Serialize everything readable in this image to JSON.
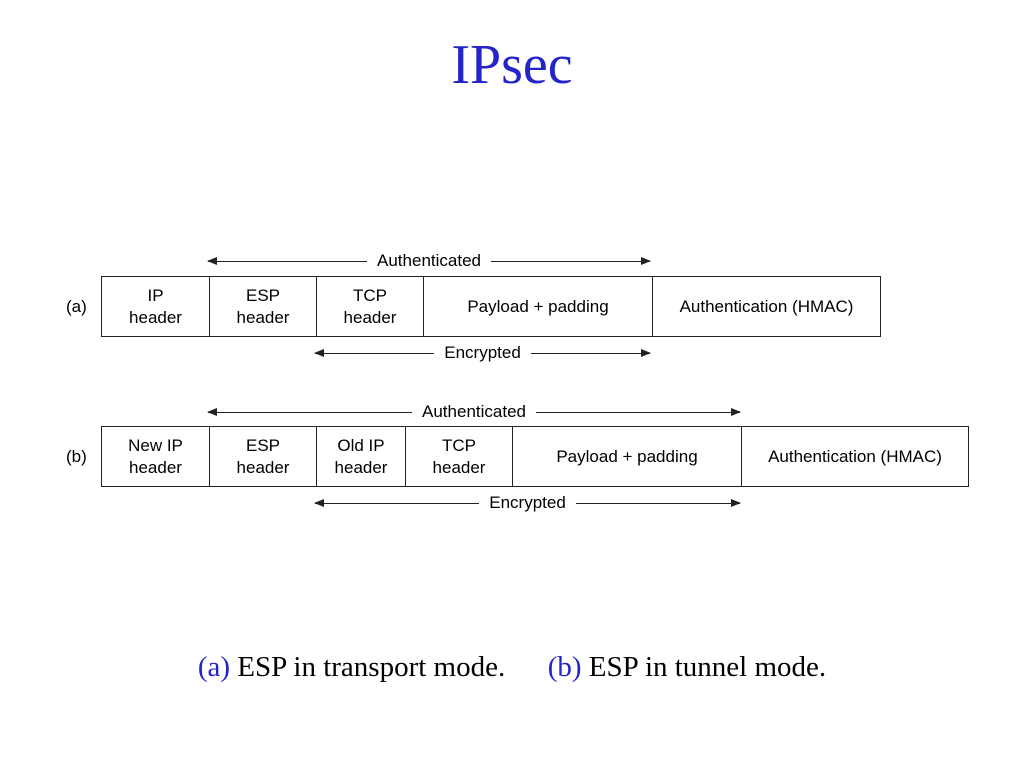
{
  "title": "IPsec",
  "diagram_a": {
    "row_label": "(a)",
    "authenticated_label": "Authenticated",
    "encrypted_label": "Encrypted",
    "cells": [
      {
        "label": "IP\nheader"
      },
      {
        "label": "ESP\nheader"
      },
      {
        "label": "TCP\nheader"
      },
      {
        "label": "Payload + padding"
      },
      {
        "label": "Authentication (HMAC)"
      }
    ]
  },
  "diagram_b": {
    "row_label": "(b)",
    "authenticated_label": "Authenticated",
    "encrypted_label": "Encrypted",
    "cells": [
      {
        "label": "New IP\nheader"
      },
      {
        "label": "ESP\nheader"
      },
      {
        "label": "Old IP\nheader"
      },
      {
        "label": "TCP\nheader"
      },
      {
        "label": "Payload + padding"
      },
      {
        "label": "Authentication (HMAC)"
      }
    ]
  },
  "caption": {
    "a_tag": "(a)",
    "a_text": "ESP in transport mode.",
    "b_tag": "(b)",
    "b_text": "ESP in tunnel mode."
  }
}
